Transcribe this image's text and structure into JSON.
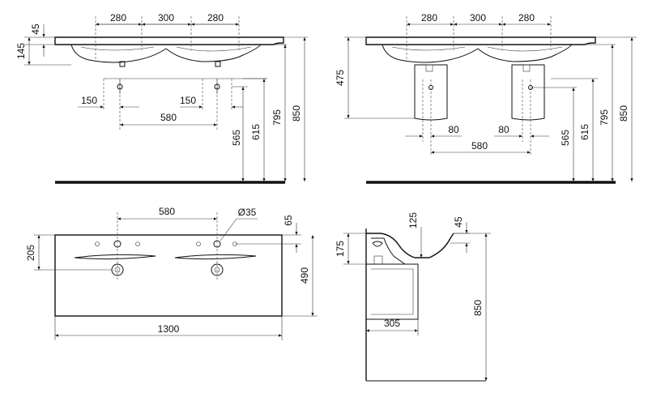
{
  "front_view": {
    "dim_spacing_left": "280",
    "dim_spacing_mid": "300",
    "dim_spacing_right": "280",
    "dim_top_thickness": "45",
    "dim_basin_depth": "145",
    "dim_tap_offset_left": "150",
    "dim_tap_offset_right": "150",
    "dim_tap_center": "580",
    "dim_height_565": "565",
    "dim_height_615": "615",
    "dim_height_795": "795",
    "dim_height_850": "850"
  },
  "front_view_pedestal": {
    "dim_spacing_left": "280",
    "dim_spacing_mid": "300",
    "dim_spacing_right": "280",
    "dim_height_475": "475",
    "dim_pedestal_left": "80",
    "dim_pedestal_right": "80",
    "dim_pedestal_center": "580",
    "dim_height_565": "565",
    "dim_height_615": "615",
    "dim_height_795": "795",
    "dim_height_850": "850"
  },
  "top_view": {
    "dim_tap_center": "580",
    "dim_hole_diameter": "Ø35",
    "dim_hole_offset": "65",
    "dim_depth_205": "205",
    "dim_depth_490": "490",
    "dim_width": "1300"
  },
  "side_view": {
    "dim_125": "125",
    "dim_45": "45",
    "dim_175": "175",
    "dim_305": "305",
    "dim_850": "850"
  }
}
